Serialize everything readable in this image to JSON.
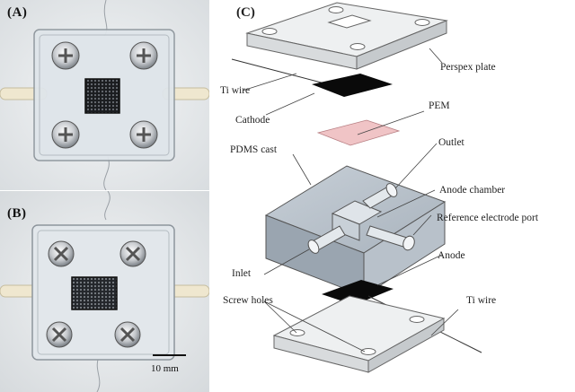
{
  "panels": {
    "a": {
      "label": "(A)"
    },
    "b": {
      "label": "(B)"
    },
    "c": {
      "label": "(C)"
    }
  },
  "scale_bar": {
    "text": "10 mm"
  },
  "diagram_labels": {
    "perspex_plate": "Perspex plate",
    "ti_wire_top": "Ti wire",
    "cathode": "Cathode",
    "pem": "PEM",
    "pdms_cast": "PDMS cast",
    "outlet": "Outlet",
    "anode_chamber": "Anode chamber",
    "reference_electrode_port": "Reference electrode port",
    "anode": "Anode",
    "inlet": "Inlet",
    "ti_wire_bottom": "Ti wire",
    "screw_holes": "Screw holes"
  },
  "colors": {
    "perspex": "#eceeef",
    "pem": "#f0c4c6",
    "pdms": "#b7c0c9",
    "electrode": "#0a0a0a",
    "photo_bg": "#e9ecef"
  }
}
